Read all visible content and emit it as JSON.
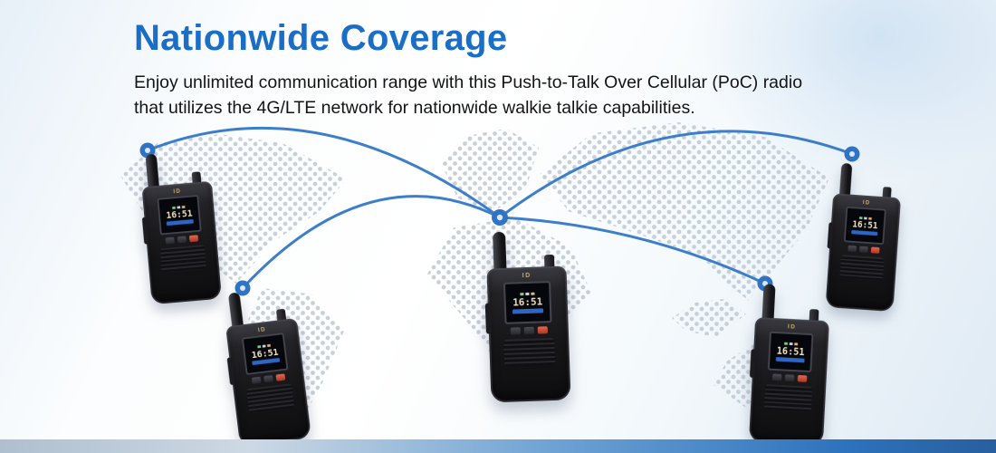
{
  "page": {
    "title": "Nationwide Coverage",
    "subtitle_line1": "Enjoy unlimited communication range with this Push-to-Talk Over Cellular (PoC) radio",
    "subtitle_line2": "that utilizes the 4G/LTE network for nationwide walkie talkie capabilities."
  },
  "colors": {
    "title_blue": "#1b6ec5",
    "connection_blue": "#3c7ec9",
    "map_dot_gray": "#c4cdd7",
    "bottom_bar_left": "#aebfcf",
    "bottom_bar_right": "#2d72bd"
  },
  "radio": {
    "brand": "ID",
    "screen_time": "16:51"
  },
  "network": {
    "node_count": 5
  }
}
